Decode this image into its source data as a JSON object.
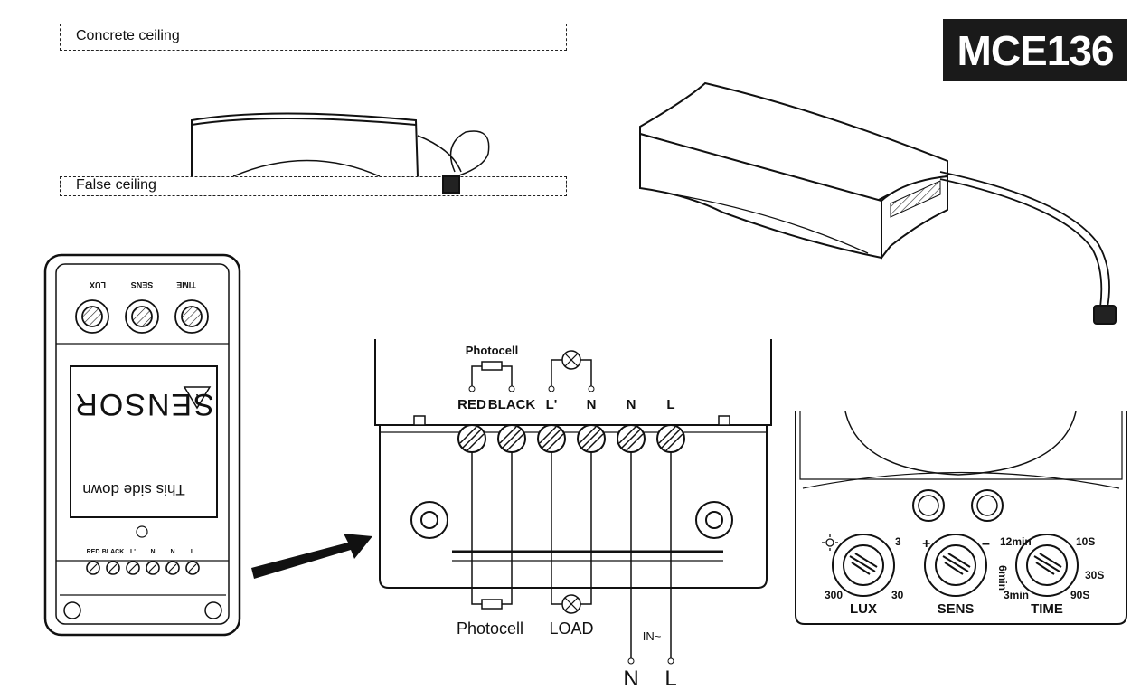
{
  "model": "MCE136",
  "labels": {
    "concrete_ceiling": "Concrete ceiling",
    "false_ceiling": "False ceiling",
    "this_side_down": "This side down",
    "sensor": "SENSOR",
    "photocell_top": "Photocell",
    "photocell_bottom": "Photocell",
    "load": "LOAD",
    "input": "IN~",
    "supply_n": "N",
    "supply_l": "L"
  },
  "terminals": [
    "RED",
    "BLACK",
    "L'",
    "N",
    "N",
    "L"
  ],
  "dials_small": {
    "time": "TIME",
    "sens": "SENS",
    "lux": "LUX"
  },
  "dials": [
    {
      "name": "LUX",
      "marks": [
        "3",
        "30",
        "300"
      ]
    },
    {
      "name": "SENS",
      "marks": [
        "+",
        "–"
      ]
    },
    {
      "name": "TIME",
      "marks": [
        "12min",
        "6min",
        "3min",
        "10S",
        "30S",
        "90S"
      ]
    }
  ]
}
